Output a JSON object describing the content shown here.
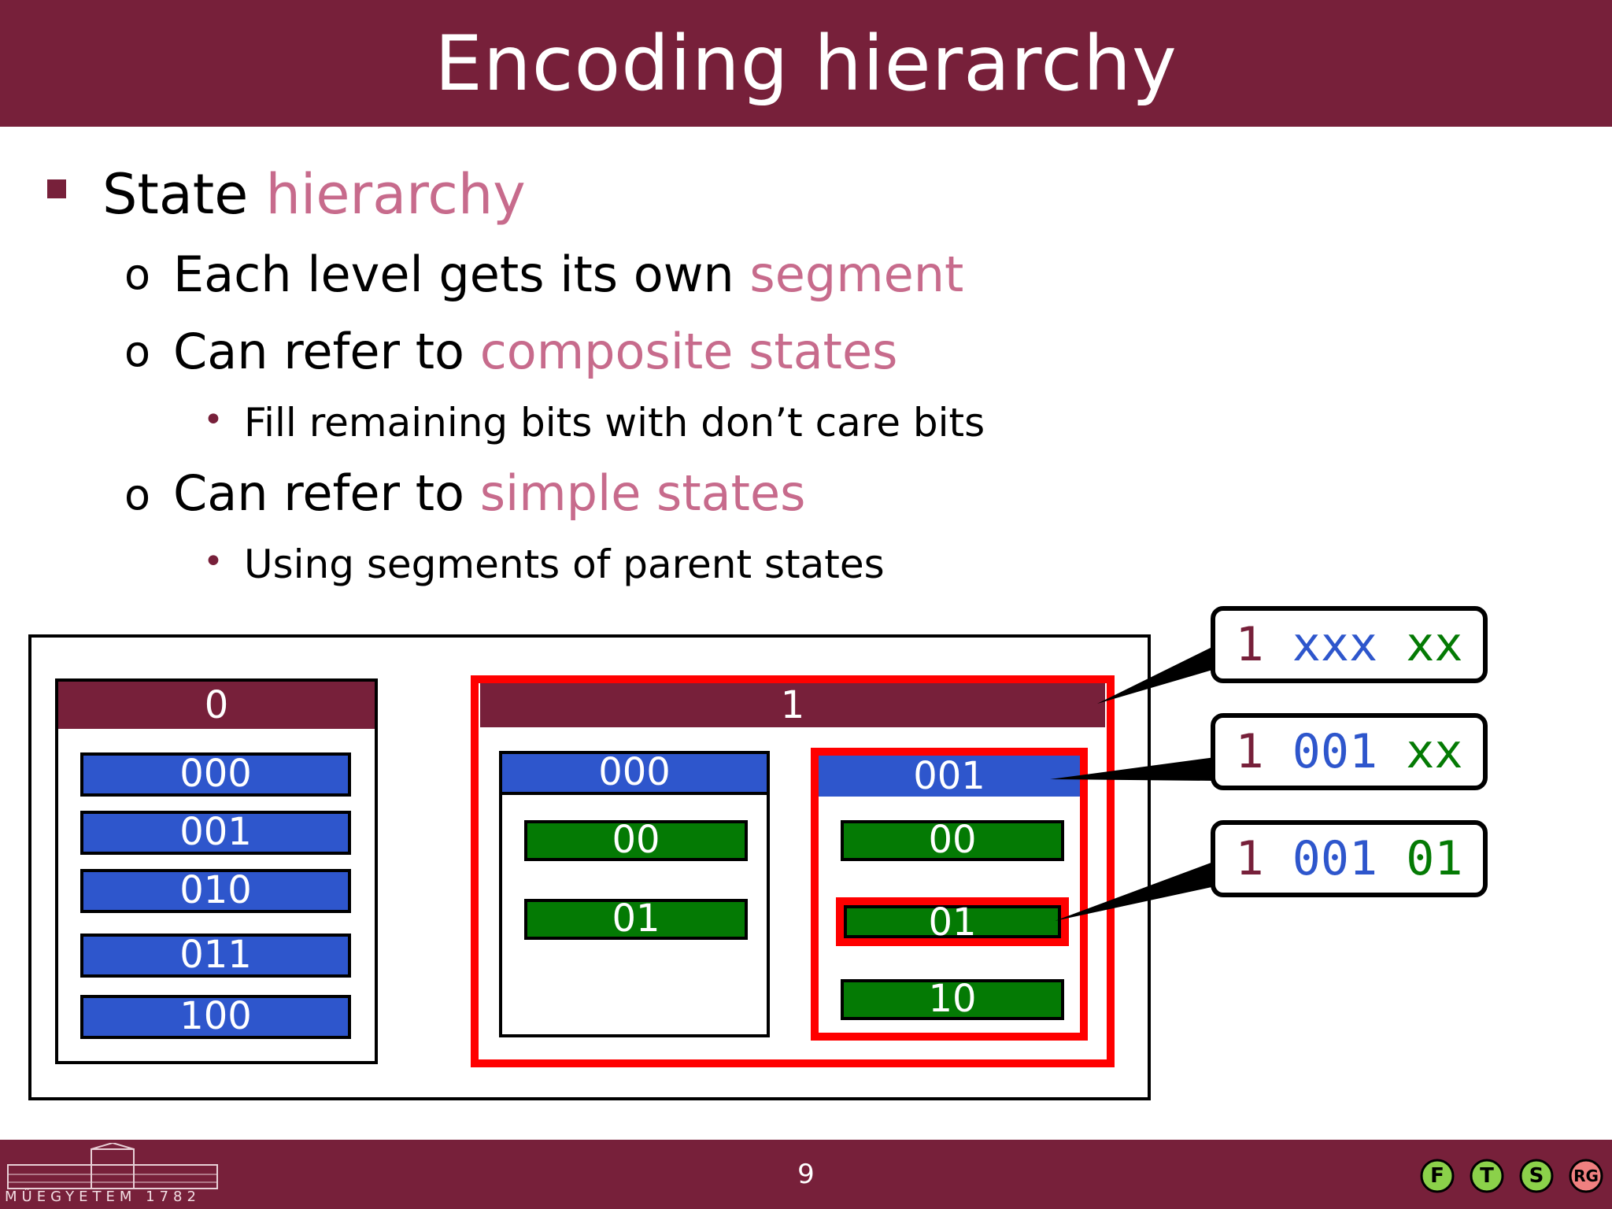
{
  "title": "Encoding hierarchy",
  "bullets": {
    "b1_text": "State ",
    "b1_hl": "hierarchy",
    "b2_text": "Each level gets its own ",
    "b2_hl": "segment",
    "b3_text": "Can refer to ",
    "b3_hl": "composite states",
    "b4_text": "Fill remaining bits with don’t care bits",
    "b5_text": "Can refer to ",
    "b5_hl": "simple states",
    "b6_text": "Using segments of parent states"
  },
  "markers": {
    "square": "■",
    "circle": "o",
    "dot": "•"
  },
  "diagram": {
    "left_state": "0",
    "left_children": [
      "000",
      "001",
      "010",
      "011",
      "100"
    ],
    "right_state": "1",
    "sub_a": "000",
    "sub_a_children": [
      "00",
      "01"
    ],
    "sub_b": "001",
    "sub_b_children": [
      "00",
      "01",
      "10"
    ]
  },
  "callouts": [
    {
      "root": "1",
      "mid": "xxx",
      "leaf": "xx"
    },
    {
      "root": "1",
      "mid": "001",
      "leaf": "xx"
    },
    {
      "root": "1",
      "mid": "001",
      "leaf": "01"
    }
  ],
  "footer": {
    "page": "9",
    "logo_left_text": "MŰEGYETEM 1782",
    "logo_right_letters": [
      "F",
      "T",
      "S",
      "RG"
    ]
  },
  "colors": {
    "brand": "#77203a",
    "highlight": "#c76b8c",
    "blue": "#2e56cc",
    "green": "#047a04",
    "red": "#ff0000"
  }
}
